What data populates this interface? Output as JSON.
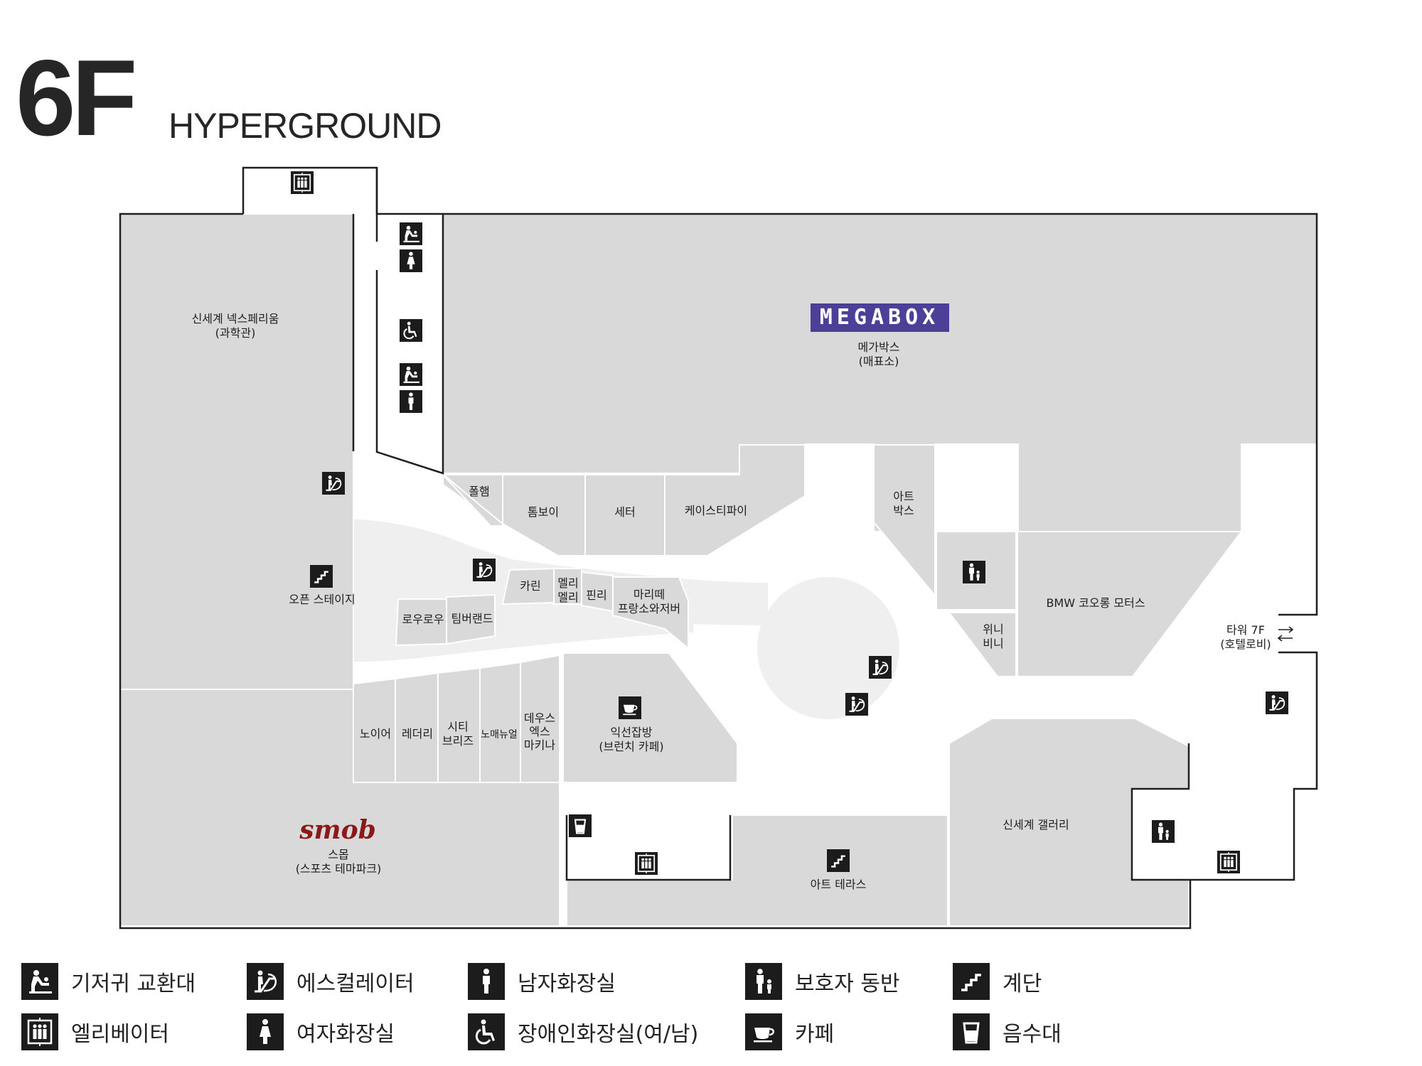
{
  "header": {
    "floor": "6F",
    "floor_name": "HYPERGROUND"
  },
  "stores": {
    "nexperium_l1": "신세계 넥스페리움",
    "nexperium_l2": "(과학관)",
    "megabox_logo": "MEGABOX",
    "megabox_l1": "메가박스",
    "megabox_l2": "(매표소)",
    "open_stage": "오픈 스테이지",
    "polham": "폴햄",
    "tomboy": "톰보이",
    "setter": "세터",
    "casetify": "케이스티파이",
    "artbox_l1": "아트",
    "artbox_l2": "박스",
    "karin": "카린",
    "melimeli_l1": "멜리",
    "melimeli_l2": "멜리",
    "pinri": "핀리",
    "marithe_l1": "마리떼",
    "marithe_l2": "프랑소와저버",
    "rowrow": "로우로우",
    "timberland": "팀버랜드",
    "bmw": "BMW 코오롱 모터스",
    "winnie_l1": "위니",
    "winnie_l2": "비니",
    "tower_l1": "타워 7F",
    "tower_l2": "(호텔로비)",
    "noir": "노이어",
    "leather": "레더리",
    "citybreeze_l1": "시티",
    "citybreeze_l2": "브리즈",
    "nomanual": "노매뉴얼",
    "deus_l1": "데우스",
    "deus_l2": "엑스",
    "deus_l3": "마키나",
    "iksun_l1": "익선잡방",
    "iksun_l2": "(브런치 카페)",
    "smob_logo": "smob",
    "smob_l1": "스몹",
    "smob_l2": "(스포츠 테마파크)",
    "art_terrace": "아트 테라스",
    "gallery": "신세계 갤러리"
  },
  "legend": [
    {
      "icon": "diaper-changing-icon",
      "label": "기저귀 교환대"
    },
    {
      "icon": "escalator-icon",
      "label": "에스컬레이터"
    },
    {
      "icon": "mens-restroom-icon",
      "label": "남자화장실"
    },
    {
      "icon": "family-restroom-icon",
      "label": "보호자 동반"
    },
    {
      "icon": "stairs-icon",
      "label": "계단"
    },
    {
      "icon": "elevator-icon",
      "label": "엘리베이터"
    },
    {
      "icon": "womens-restroom-icon",
      "label": "여자화장실"
    },
    {
      "icon": "accessible-restroom-icon",
      "label": "장애인화장실(여/남)"
    },
    {
      "icon": "cafe-icon",
      "label": "카페"
    },
    {
      "icon": "water-fountain-icon",
      "label": "음수대"
    }
  ],
  "colors": {
    "store_fill": "#d9d9d9",
    "plaza_fill": "#efefef",
    "outline": "#1f1f1f",
    "icon_bg": "#1c1c1c",
    "megabox_brand": "#4b3f97"
  }
}
